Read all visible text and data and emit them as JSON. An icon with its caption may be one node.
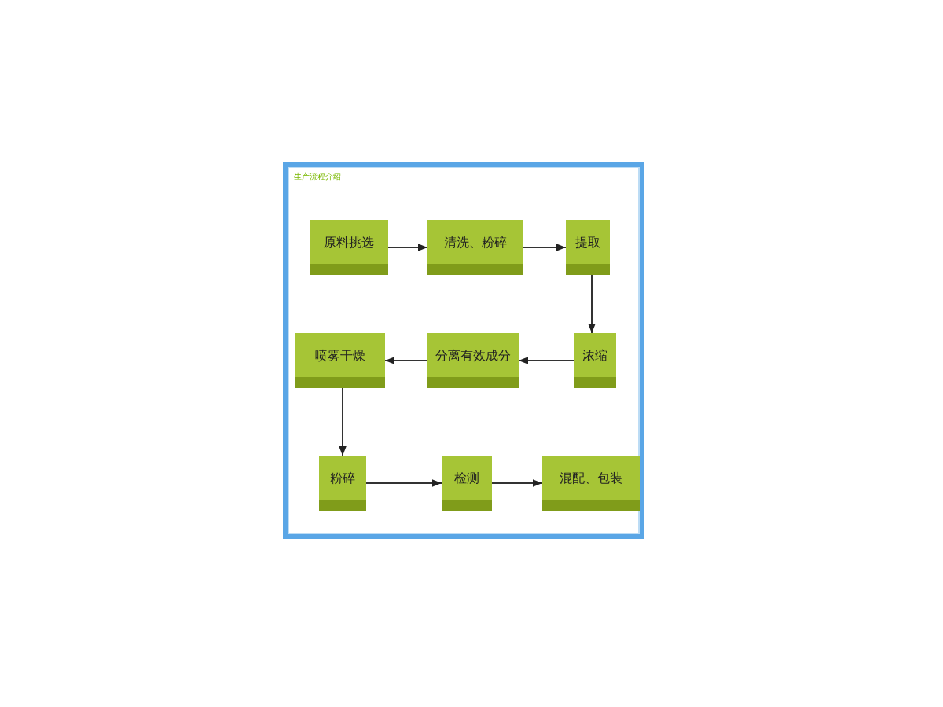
{
  "diagram": {
    "title": "生产流程介绍",
    "nodes": [
      {
        "text": [
          "原料挑选"
        ]
      },
      {
        "text": [
          "清洗、粉碎"
        ]
      },
      {
        "text": [
          "提取"
        ]
      },
      {
        "text": [
          "浓缩"
        ]
      },
      {
        "text": [
          "分离有效成分"
        ]
      },
      {
        "text": [
          "喷雾干燥"
        ]
      },
      {
        "text": [
          "粉碎"
        ]
      },
      {
        "text": [
          "检测"
        ]
      },
      {
        "text": [
          "混配、包装"
        ]
      }
    ],
    "edges": [
      {
        "from": 0,
        "to": 1,
        "arrow": "to"
      },
      {
        "from": 1,
        "to": 2,
        "arrow": "to"
      },
      {
        "from": 2,
        "to": 3,
        "arrow": "to"
      },
      {
        "from": 3,
        "to": 4,
        "arrow": "to"
      },
      {
        "from": 4,
        "to": 5,
        "arrow": "to"
      },
      {
        "from": 5,
        "to": 6,
        "arrow": "to"
      },
      {
        "from": 6,
        "to": 7,
        "arrow": "to"
      },
      {
        "from": 7,
        "to": 8,
        "arrow": "to"
      }
    ]
  }
}
